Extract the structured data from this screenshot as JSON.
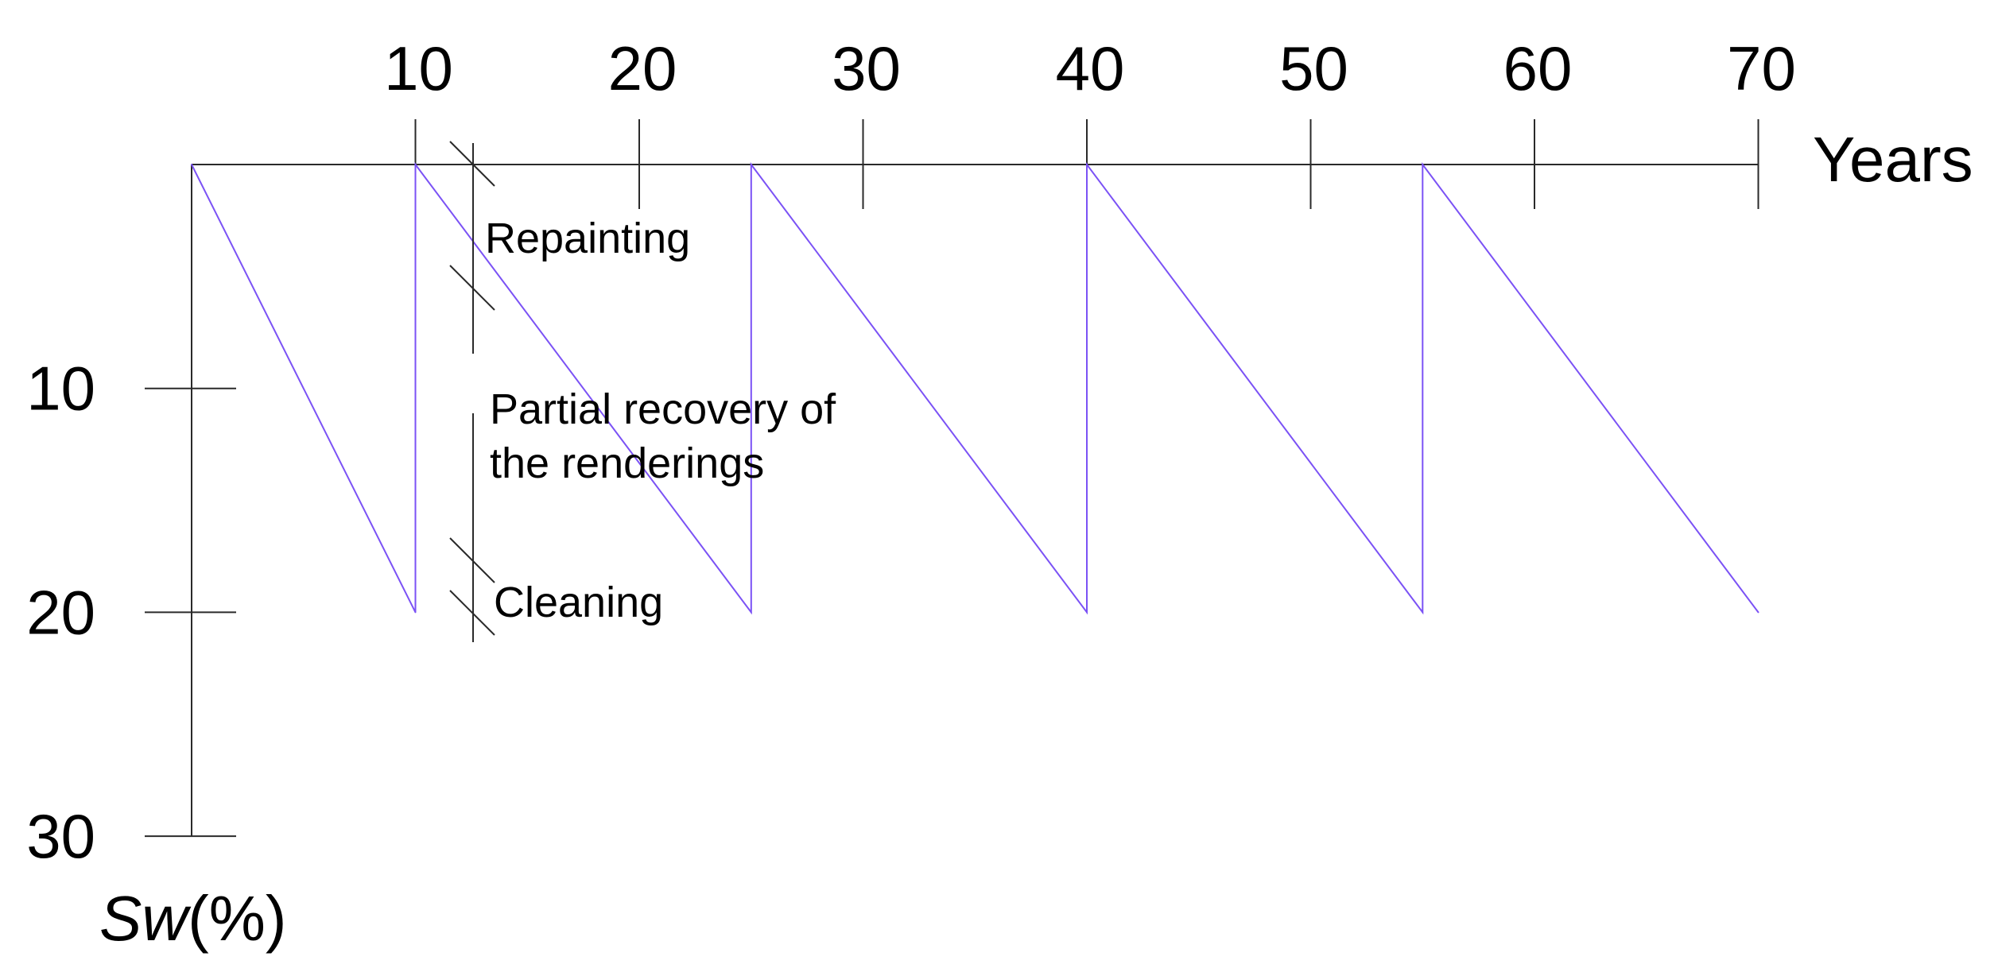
{
  "chart_data": {
    "type": "line",
    "xlabel": "Years",
    "ylabel_italic": "Sw",
    "ylabel_rest": "(%)",
    "x_ticks": [
      10,
      20,
      30,
      40,
      50,
      60,
      70
    ],
    "y_ticks": [
      10,
      20,
      30
    ],
    "xlim": [
      0,
      70
    ],
    "ylim": [
      0,
      30
    ],
    "y_inverted": true,
    "grid": false,
    "series_color": "#7B52F5",
    "axis_color": "#2a2a2a",
    "series": [
      {
        "x": [
          0,
          10,
          10,
          25,
          25,
          40,
          40,
          55,
          55,
          70
        ],
        "y": [
          0,
          20,
          0,
          20,
          0,
          20,
          0,
          20,
          0,
          20
        ]
      }
    ],
    "annotations": [
      {
        "id": "repainting",
        "text": "Repainting"
      },
      {
        "id": "partial",
        "lines": [
          "Partial recovery of",
          "the renderings"
        ]
      },
      {
        "id": "cleaning",
        "text": "Cleaning"
      }
    ]
  }
}
